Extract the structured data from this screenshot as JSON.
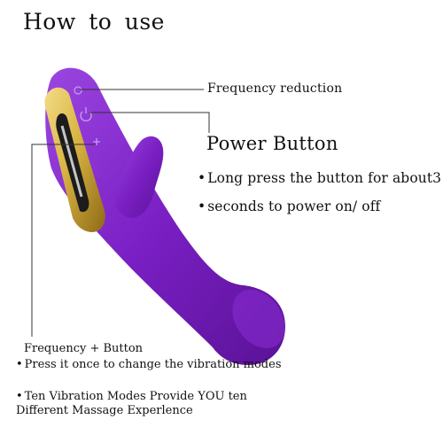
{
  "title": "How  to  use",
  "labels": {
    "frequency_reduction": "Frequency reduction",
    "power_button": {
      "title": "Power  Button",
      "lines": [
        "Long press the button for about3",
        "seconds  to  power on/ off"
      ]
    },
    "frequency_plus": {
      "title": "Frequency  +   Button",
      "lines": [
        "Press it once to change the vibration modes",
        "Ten Vibration Modes Provide YOU ten Different  Massage  Experlence"
      ]
    },
    "bullet": "•"
  },
  "colors": {
    "body_purple": "#7a1fc4",
    "body_highlight": "#9b46e0",
    "body_shadow": "#5a1296",
    "gold": "#d8b443",
    "gold_dark": "#8f6a17",
    "leader_line": "#333333"
  }
}
